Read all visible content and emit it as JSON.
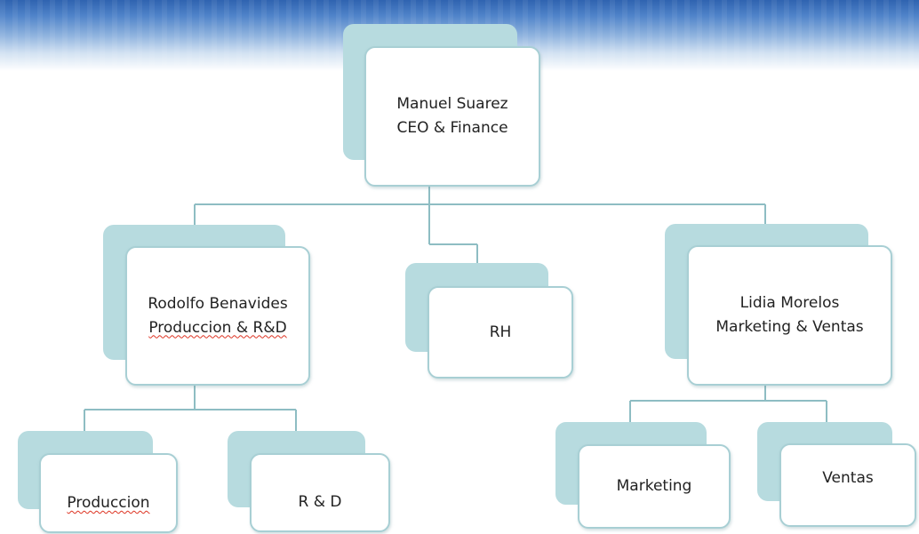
{
  "chart": {
    "ceo": {
      "name": "Manuel Suarez",
      "role": "CEO & Finance"
    },
    "rodolfo": {
      "name": "Rodolfo Benavides",
      "role": "Produccion & R&D"
    },
    "rh": {
      "label": "RH"
    },
    "lidia": {
      "name": "Lidia Morelos",
      "role": "Marketing & Ventas"
    },
    "produccion": {
      "label": "Produccion"
    },
    "rd": {
      "label": "R & D"
    },
    "marketing": {
      "label": "Marketing"
    },
    "ventas": {
      "label": "Ventas"
    }
  },
  "colors": {
    "box_back": "#b7dbdf",
    "box_border": "#a8cfd4",
    "connector": "#8ebdc3",
    "banner": "#2f63b0"
  }
}
